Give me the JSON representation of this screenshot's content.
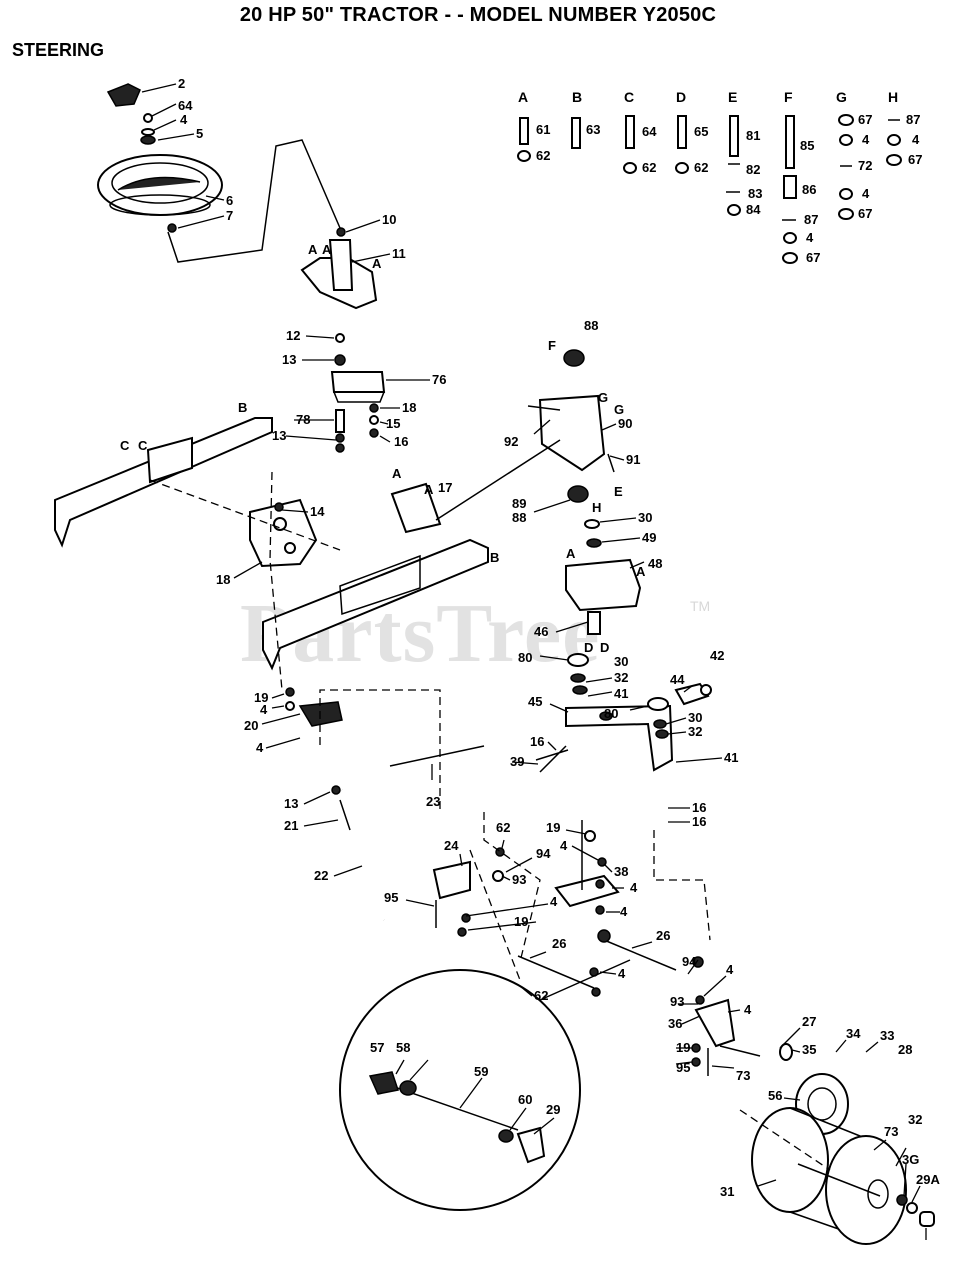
{
  "title": "20 HP 50\" TRACTOR - - MODEL NUMBER Y2050C",
  "section": "STEERING",
  "watermark": "PartsTree",
  "watermark_tm": "TM",
  "hardware_key": [
    {
      "group": "A",
      "items": [
        "61",
        "62"
      ]
    },
    {
      "group": "B",
      "items": [
        "63"
      ]
    },
    {
      "group": "C",
      "items": [
        "64",
        "62"
      ]
    },
    {
      "group": "D",
      "items": [
        "65",
        "62"
      ]
    },
    {
      "group": "E",
      "items": [
        "81",
        "82",
        "83",
        "84"
      ]
    },
    {
      "group": "F",
      "items": [
        "85",
        "86",
        "87",
        "4",
        "67"
      ]
    },
    {
      "group": "G",
      "items": [
        "67",
        "4",
        "72",
        "4",
        "67"
      ]
    },
    {
      "group": "H",
      "items": [
        "87",
        "4",
        "67"
      ]
    }
  ],
  "callouts": [
    "2",
    "64",
    "4",
    "5",
    "6",
    "7",
    "10",
    "11",
    "A",
    "A",
    "A",
    "12",
    "13",
    "76",
    "B",
    "78",
    "13",
    "15",
    "16",
    "18",
    "C",
    "C",
    "14",
    "18",
    "A",
    "A",
    "17",
    "B",
    "88",
    "F",
    "G",
    "G",
    "90",
    "92",
    "91",
    "E",
    "89",
    "88",
    "H",
    "30",
    "49",
    "A",
    "48",
    "A",
    "46",
    "D",
    "D",
    "80",
    "30",
    "32",
    "41",
    "42",
    "44",
    "45",
    "80",
    "30",
    "32",
    "41",
    "19",
    "4",
    "20",
    "4",
    "16",
    "39",
    "23",
    "16",
    "16",
    "13",
    "21",
    "22",
    "62",
    "94",
    "93",
    "19",
    "4",
    "24",
    "95",
    "4",
    "19",
    "38",
    "4",
    "26",
    "26",
    "4",
    "4",
    "62",
    "94",
    "4",
    "93",
    "36",
    "4",
    "19",
    "95",
    "73",
    "27",
    "35",
    "34",
    "33",
    "28",
    "56",
    "57",
    "58",
    "59",
    "60",
    "29",
    "73",
    "32",
    "3G",
    "29A",
    "31"
  ]
}
